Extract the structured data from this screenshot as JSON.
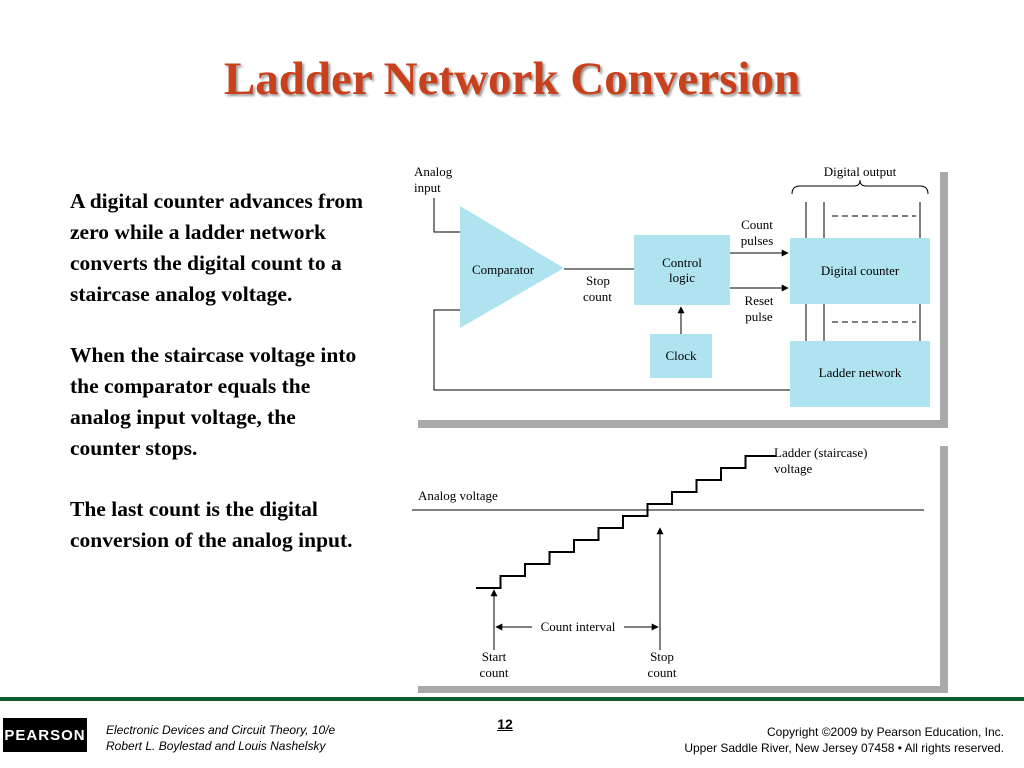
{
  "title": "Ladder Network Conversion",
  "paragraphs": [
    "A digital counter advances from zero while a ladder network converts the digital count to a staircase analog voltage.",
    "When the staircase voltage into the comparator equals the analog input voltage, the counter stops.",
    "The last count is the digital conversion of the analog input."
  ],
  "block_diagram": {
    "analog_input_line1": "Analog",
    "analog_input_line2": "input",
    "comparator": "Comparator",
    "stop_count_line1": "Stop",
    "stop_count_line2": "count",
    "control_logic_line1": "Control",
    "control_logic_line2": "logic",
    "count_pulses_line1": "Count",
    "count_pulses_line2": "pulses",
    "reset_pulse_line1": "Reset",
    "reset_pulse_line2": "pulse",
    "clock": "Clock",
    "digital_output": "Digital output",
    "digital_counter": "Digital counter",
    "ladder_network": "Ladder network",
    "box_fill": "#aee3ef"
  },
  "staircase": {
    "analog_voltage": "Analog voltage",
    "ladder_voltage_line1": "Ladder (staircase)",
    "ladder_voltage_line2": "voltage",
    "count_interval": "Count interval",
    "start_count_line1": "Start",
    "start_count_line2": "count",
    "stop_count_line1": "Stop",
    "stop_count_line2": "count",
    "steps": 11
  },
  "footer": {
    "logo": "PEARSON",
    "book_title": "Electronic Devices and Circuit Theory, 10/e",
    "authors": "Robert L. Boylestad and Louis Nashelsky",
    "page_number": "12",
    "copyright": "Copyright ©2009 by Pearson Education, Inc.",
    "publisher": "Upper Saddle River, New Jersey 07458 • All rights reserved."
  },
  "colors": {
    "title": "#c8401c",
    "footer_rule": "#0f5c2e"
  }
}
